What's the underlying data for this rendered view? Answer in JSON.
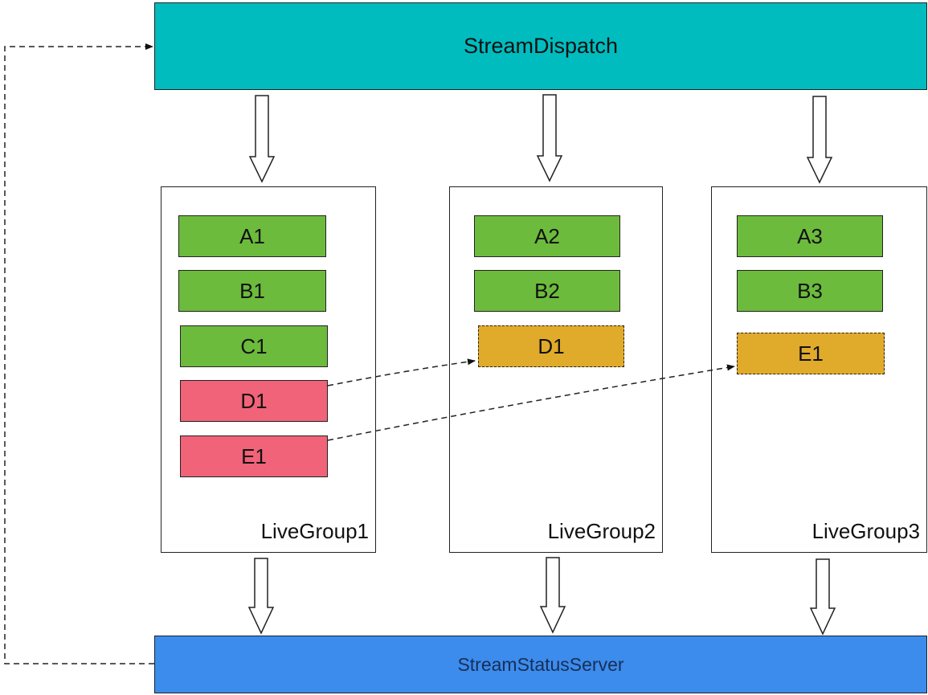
{
  "dispatch": {
    "label": "StreamDispatch"
  },
  "status_server": {
    "label": "StreamStatusServer"
  },
  "groups": [
    {
      "label": "LiveGroup1",
      "streams": [
        {
          "label": "A1",
          "state": "active"
        },
        {
          "label": "B1",
          "state": "active"
        },
        {
          "label": "C1",
          "state": "active"
        },
        {
          "label": "D1",
          "state": "migrating"
        },
        {
          "label": "E1",
          "state": "migrating"
        }
      ]
    },
    {
      "label": "LiveGroup2",
      "streams": [
        {
          "label": "A2",
          "state": "active"
        },
        {
          "label": "B2",
          "state": "active"
        },
        {
          "label": "D1",
          "state": "migrated"
        }
      ]
    },
    {
      "label": "LiveGroup3",
      "streams": [
        {
          "label": "A3",
          "state": "active"
        },
        {
          "label": "B3",
          "state": "active"
        },
        {
          "label": "E1",
          "state": "migrated"
        }
      ]
    }
  ],
  "colors": {
    "dispatch": "#00bcbf",
    "status_server": "#3b8ced",
    "active": "#6cbb3c",
    "migrating": "#f06378",
    "migrated": "#e0aa2a"
  }
}
